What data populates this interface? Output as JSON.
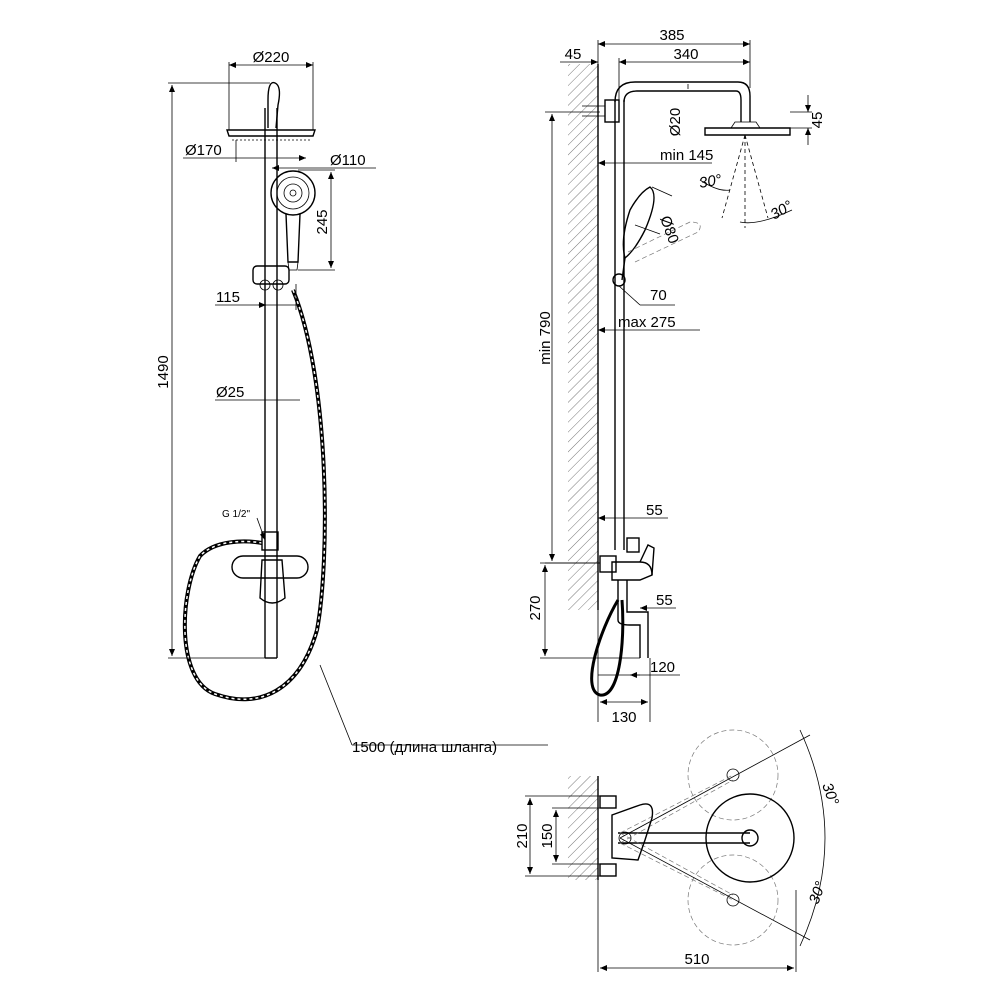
{
  "front_view": {
    "dims": {
      "d220": "Ø220",
      "d170": "Ø170",
      "d110": "Ø110",
      "h245": "245",
      "w115": "115",
      "h1490": "1490",
      "d25": "Ø25",
      "thread": "G 1/2\"",
      "hose": "1500 (длина шланга)"
    }
  },
  "side_view": {
    "dims": {
      "w385": "385",
      "w45": "45",
      "w340": "340",
      "d20": "Ø20",
      "h45": "45",
      "min145": "min 145",
      "a30a": "30°",
      "a30b": "30°",
      "d80": "Ø80",
      "w70": "70",
      "max275": "max 275",
      "min790": "min 790",
      "w55a": "55",
      "w55b": "55",
      "h270": "270",
      "w120": "120",
      "w130": "130"
    }
  },
  "top_view": {
    "dims": {
      "h210": "210",
      "h150": "150",
      "w510": "510",
      "a30c": "30°",
      "a30d": "30°"
    }
  }
}
